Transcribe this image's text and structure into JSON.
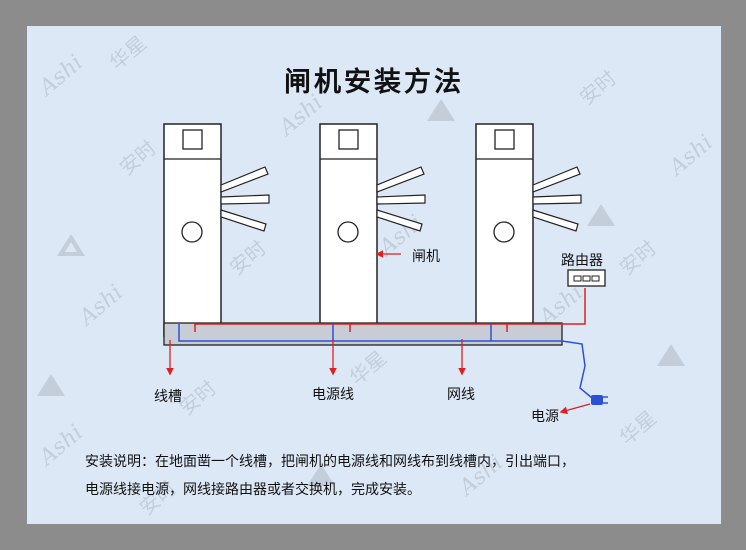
{
  "title": "闸机安装方法",
  "labels": {
    "gate": "闸机",
    "router": "路由器",
    "trough": "线槽",
    "power_line": "电源线",
    "network_line": "网线",
    "power": "电源"
  },
  "description": {
    "line1": "安装说明：在地面凿一个线槽，把闸机的电源线和网线布到线槽内，引出端口，",
    "line2": "电源线接电源，网线接路由器或者交换机，完成安装。"
  },
  "watermark": {
    "latin": "Ashi",
    "chinese_a": "安时",
    "chinese_b": "华星"
  },
  "colors": {
    "panel_bg": "#dde8f7",
    "power_wire": "#e02020",
    "network_wire": "#2a52d6",
    "outline": "#222222",
    "trough_fill": "#c8ccd4"
  }
}
